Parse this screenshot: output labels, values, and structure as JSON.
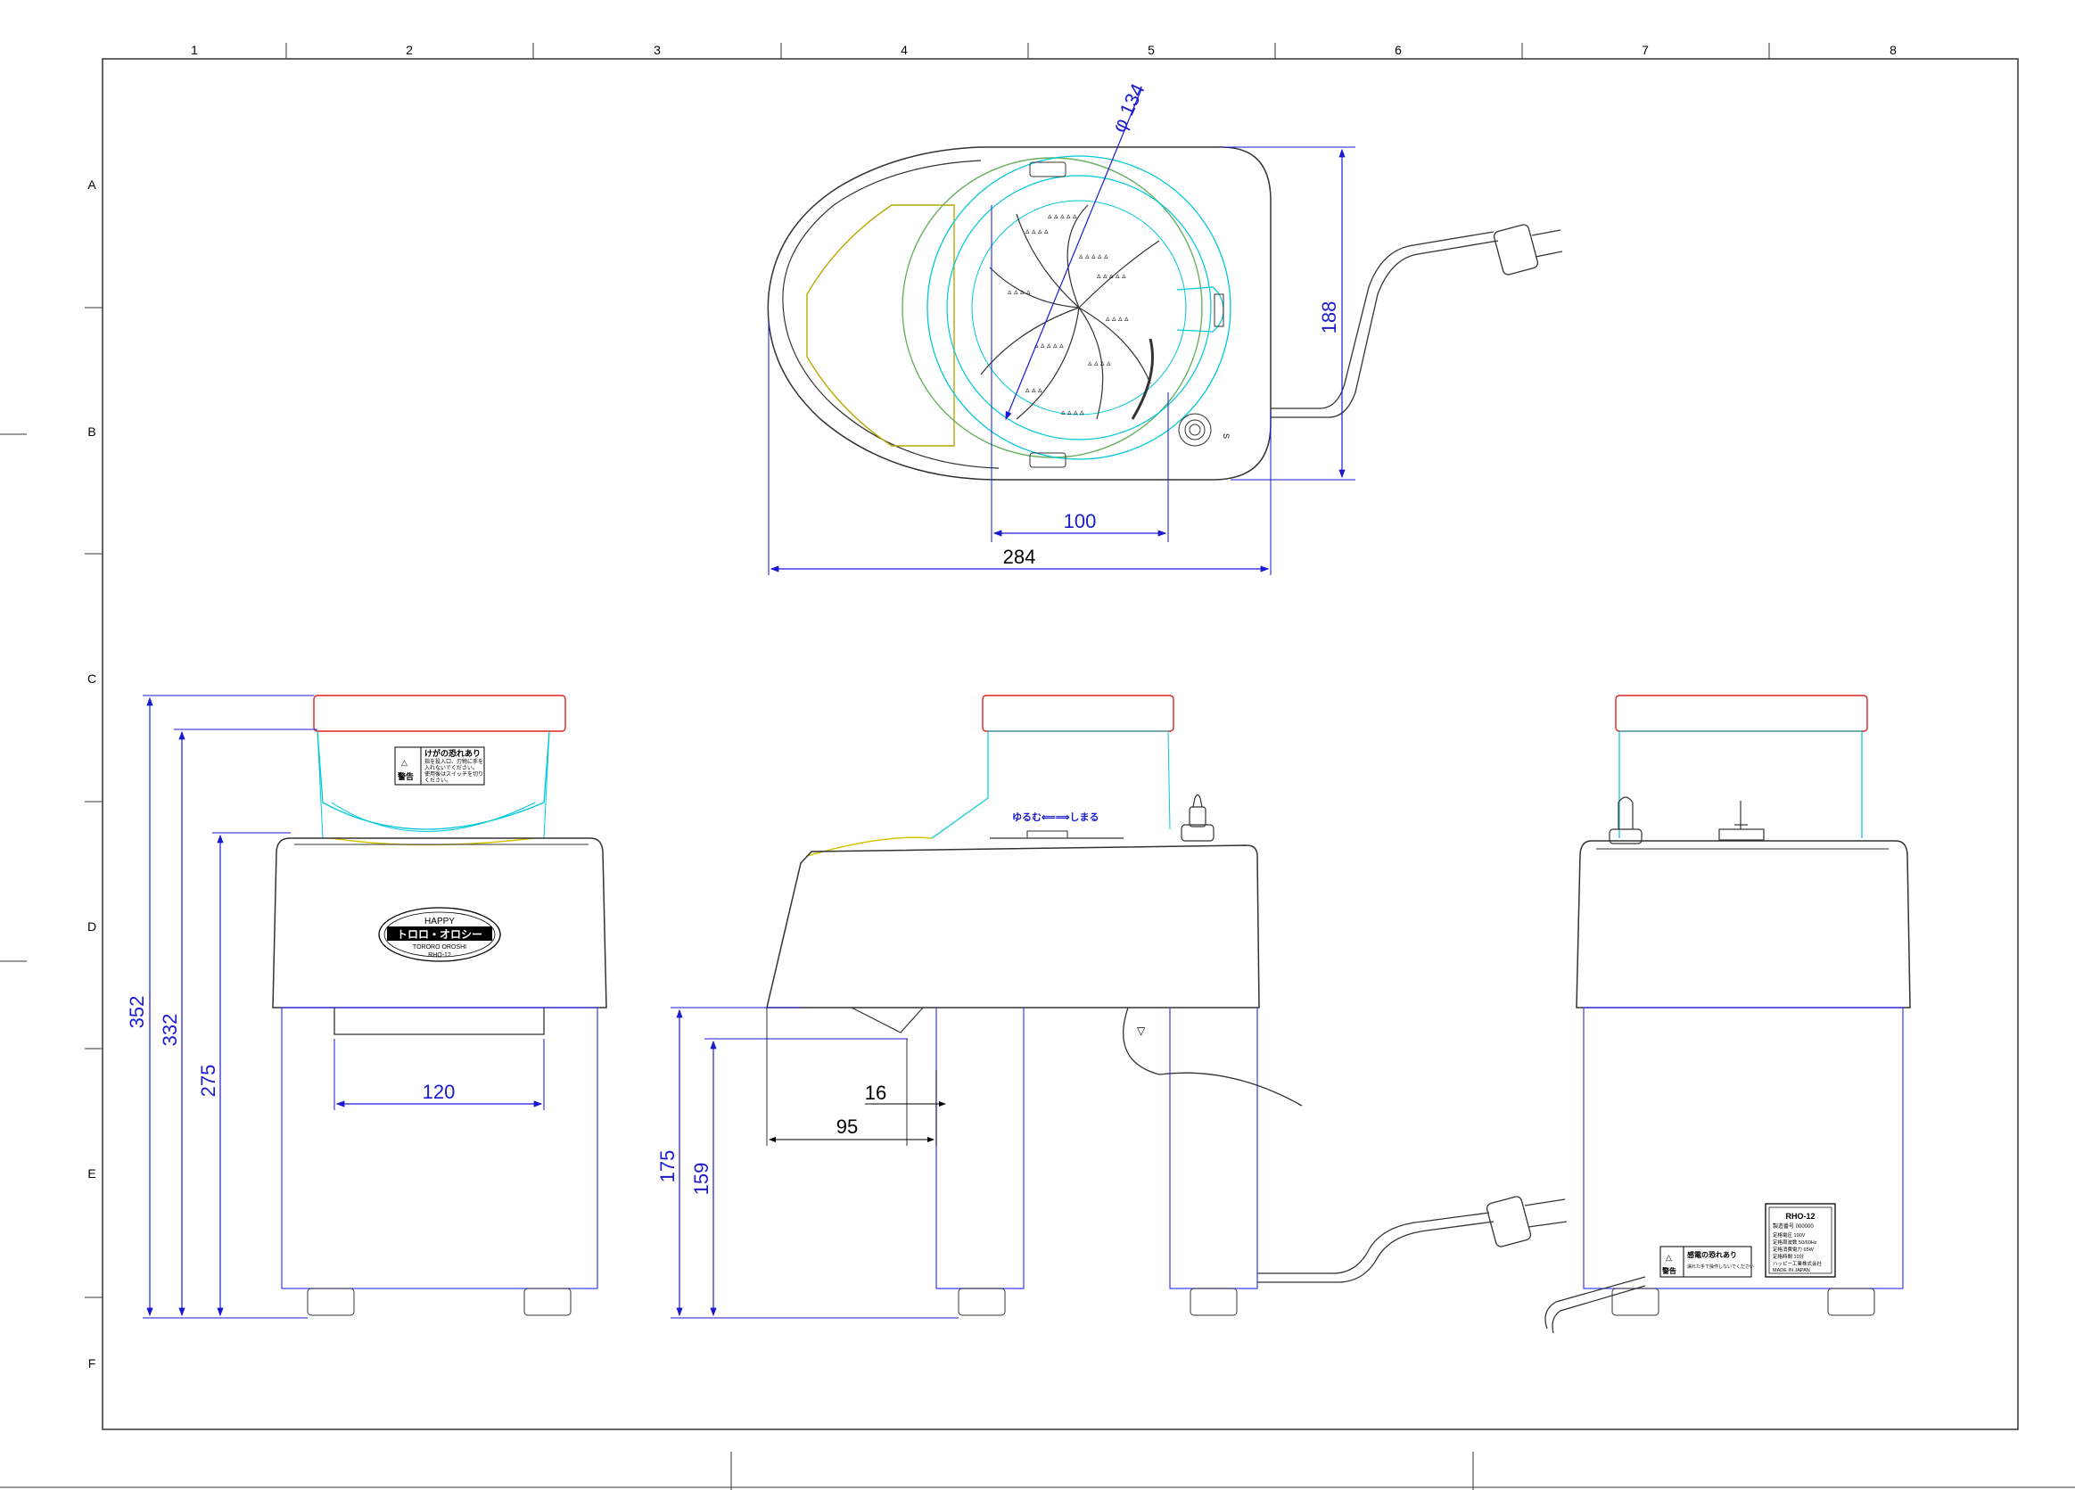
{
  "border": {
    "columns": [
      "1",
      "2",
      "3",
      "4",
      "5",
      "6",
      "7",
      "8"
    ],
    "rows": [
      "A",
      "B",
      "C",
      "D",
      "E",
      "F"
    ]
  },
  "top_view": {
    "diameter": "φ 134",
    "dim_height": "188",
    "dim_inner_width": "100",
    "dim_width": "284",
    "switch_mark": "S"
  },
  "front_view": {
    "dim_overall": "352",
    "dim_lid": "332",
    "dim_body": "275",
    "dim_chute": "120",
    "warning_title": "けがの恐れあり",
    "warning_word": "警告",
    "warning_lines": [
      "指を投入口、刃物に手を",
      "入れないでください。",
      "使用後はスイッチを切り",
      "ください。"
    ],
    "logo_brand": "HAPPY",
    "logo_title": "トロロ・オロシー",
    "logo_sub": "TORORO OROSHI",
    "logo_model": "RHO-12"
  },
  "side_view": {
    "dial_label": "ゆるむ⟸⟹しまる",
    "dim_175": "175",
    "dim_159": "159",
    "dim_16": "16",
    "dim_95": "95"
  },
  "rear_view": {
    "plate_model": "RHO-12",
    "plate_serial": "製造番号 000000",
    "plate_rows": [
      "定格電圧  100V",
      "定格周波数 50/60Hz",
      "定格消費電力 65W",
      "定格時間 10分"
    ],
    "plate_maker": "ハッピー工業株式会社",
    "plate_origin": "MADE IN JAPAN",
    "shock_title": "感電の恐れあり",
    "shock_word": "警告",
    "shock_line": "濡れた手で操作しないでください"
  },
  "colors": {
    "outline": "#333333",
    "dimension": "#1a1ad0",
    "cyan": "#00c8d8",
    "lid_red": "#e02020",
    "chute_yellow": "#d4c400",
    "shell_green": "#66b060",
    "body_blue": "#3a3aff"
  }
}
